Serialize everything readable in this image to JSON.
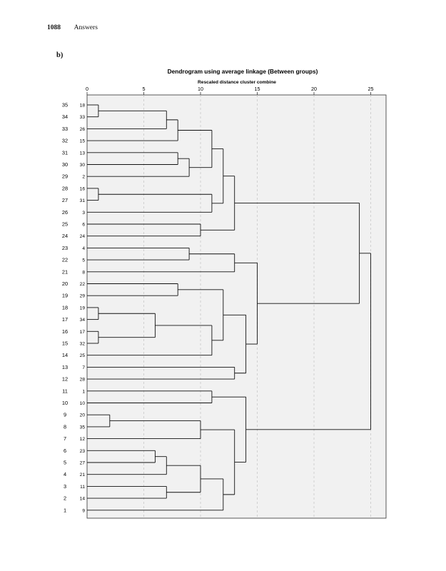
{
  "page": {
    "page_number": "1088",
    "running_head": "Answers",
    "section_label": "b)"
  },
  "chart_data": {
    "type": "dendrogram",
    "title": "Dendrogram using average linkage (Between groups)",
    "xlabel": "Rescaled distance cluster combine",
    "x_ticks": [
      0,
      5,
      10,
      15,
      20,
      25
    ],
    "xlim": [
      0,
      25
    ],
    "grid": true,
    "row_numbers": [
      35,
      34,
      33,
      32,
      31,
      30,
      29,
      28,
      27,
      26,
      25,
      24,
      23,
      22,
      21,
      20,
      19,
      18,
      17,
      16,
      15,
      14,
      13,
      12,
      11,
      10,
      9,
      8,
      7,
      6,
      5,
      4,
      3,
      2,
      1
    ],
    "leaves": [
      "18",
      "33",
      "26",
      "15",
      "13",
      "30",
      "2",
      "16",
      "31",
      "3",
      "6",
      "24",
      "4",
      "5",
      "8",
      "22",
      "29",
      "19",
      "34",
      "17",
      "32",
      "25",
      "7",
      "28",
      "1",
      "10",
      "20",
      "35",
      "12",
      "23",
      "27",
      "21",
      "11",
      "14",
      "9"
    ],
    "merges": [
      {
        "id": "a1",
        "children": [
          "18",
          "33"
        ],
        "distance": 1.0
      },
      {
        "id": "a2",
        "children": [
          "a1",
          "26"
        ],
        "distance": 7.0
      },
      {
        "id": "a3",
        "children": [
          "a2",
          "15"
        ],
        "distance": 8.0
      },
      {
        "id": "a4",
        "children": [
          "13",
          "30"
        ],
        "distance": 8.0
      },
      {
        "id": "a5",
        "children": [
          "a4",
          "2"
        ],
        "distance": 9.0
      },
      {
        "id": "a6",
        "children": [
          "a3",
          "a5"
        ],
        "distance": 11.0
      },
      {
        "id": "a7",
        "children": [
          "16",
          "31"
        ],
        "distance": 1.0
      },
      {
        "id": "a8",
        "children": [
          "a7",
          "3"
        ],
        "distance": 11.0
      },
      {
        "id": "a9",
        "children": [
          "a6",
          "a8"
        ],
        "distance": 12.0
      },
      {
        "id": "a10",
        "children": [
          "6",
          "24"
        ],
        "distance": 10.0
      },
      {
        "id": "a11",
        "children": [
          "a9",
          "a10"
        ],
        "distance": 13.0
      },
      {
        "id": "b1",
        "children": [
          "4",
          "5"
        ],
        "distance": 9.0
      },
      {
        "id": "b2",
        "children": [
          "b1",
          "8"
        ],
        "distance": 13.0
      },
      {
        "id": "b3",
        "children": [
          "22",
          "29"
        ],
        "distance": 8.0
      },
      {
        "id": "b4",
        "children": [
          "19",
          "34"
        ],
        "distance": 1.0
      },
      {
        "id": "b5",
        "children": [
          "17",
          "32"
        ],
        "distance": 1.0
      },
      {
        "id": "b6",
        "children": [
          "b4",
          "b5"
        ],
        "distance": 6.0
      },
      {
        "id": "b7",
        "children": [
          "b6",
          "25"
        ],
        "distance": 11.0
      },
      {
        "id": "b8",
        "children": [
          "b3",
          "b7"
        ],
        "distance": 12.0
      },
      {
        "id": "b9",
        "children": [
          "7",
          "28"
        ],
        "distance": 13.0
      },
      {
        "id": "b10",
        "children": [
          "b8",
          "b9"
        ],
        "distance": 14.0
      },
      {
        "id": "b11",
        "children": [
          "b2",
          "b10"
        ],
        "distance": 15.0
      },
      {
        "id": "c1",
        "children": [
          "a11",
          "b11"
        ],
        "distance": 24.0
      },
      {
        "id": "d1",
        "children": [
          "1",
          "10"
        ],
        "distance": 11.0
      },
      {
        "id": "d2",
        "children": [
          "20",
          "35"
        ],
        "distance": 2.0
      },
      {
        "id": "d3",
        "children": [
          "d2",
          "12"
        ],
        "distance": 10.0
      },
      {
        "id": "d4",
        "children": [
          "23",
          "27"
        ],
        "distance": 6.0
      },
      {
        "id": "d5",
        "children": [
          "d4",
          "21"
        ],
        "distance": 7.0
      },
      {
        "id": "d6",
        "children": [
          "11",
          "14"
        ],
        "distance": 7.0
      },
      {
        "id": "d7",
        "children": [
          "d5",
          "d6"
        ],
        "distance": 10.0
      },
      {
        "id": "d8",
        "children": [
          "d7",
          "9"
        ],
        "distance": 12.0
      },
      {
        "id": "d9",
        "children": [
          "d3",
          "d8"
        ],
        "distance": 13.0
      },
      {
        "id": "d10",
        "children": [
          "d1",
          "d9"
        ],
        "distance": 14.0
      },
      {
        "id": "e1",
        "children": [
          "c1",
          "d10"
        ],
        "distance": 25.0
      }
    ]
  }
}
